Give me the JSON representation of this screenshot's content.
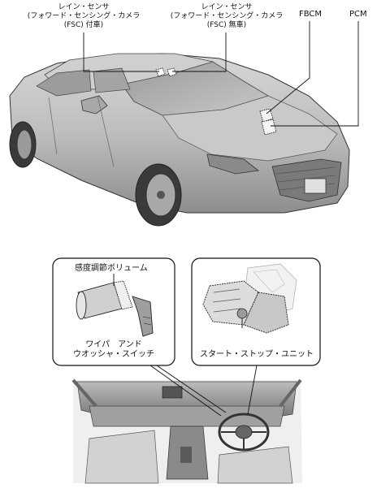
{
  "labels": {
    "rain_sensor_with_fsc": [
      "レイン・センサ",
      "(フォワード・センシング・カメラ",
      "(FSC) 付車)"
    ],
    "rain_sensor_without_fsc": [
      "レイン・センサ",
      "(フォワード・センシング・カメラ",
      "(FSC) 無車)"
    ],
    "fbcm": "FBCM",
    "pcm": "PCM",
    "sensitivity_volume": "感度調節ボリューム",
    "wiper_washer_switch": [
      "ワイパ　アンド",
      "ウオッシャ・スイッチ"
    ],
    "start_stop_unit": "スタート・ストップ・ユニット"
  }
}
